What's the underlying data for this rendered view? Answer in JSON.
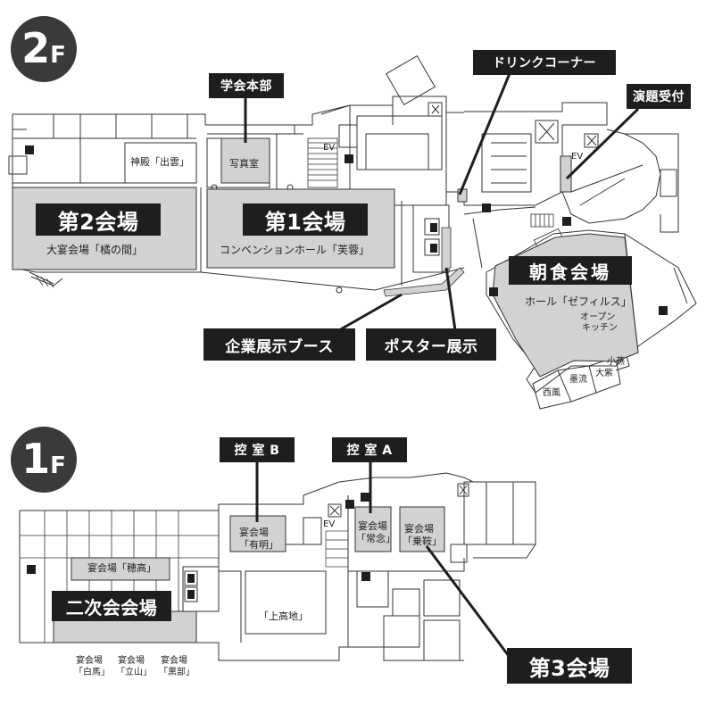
{
  "floors": {
    "upper": {
      "badge_number": "2",
      "badge_suffix": "F",
      "callouts": {
        "hall2": "第2会場",
        "hall1": "第1会場",
        "breakfast": "朝食会場",
        "headquarters": "学会本部",
        "drink_corner": "ドリンクコーナー",
        "abstract_reception": "演題受付",
        "exhibition": "企業展示ブース",
        "poster": "ポスター展示"
      },
      "labels": {
        "hall2_sub": "大宴会場「橘の間」",
        "hall1_sub": "コンベンションホール「芙蓉」",
        "breakfast_sub": "ホール「ゼフィルス」",
        "shrine": "神殿「出雲」",
        "photo_room": "写真室",
        "ev1": "EV",
        "ev2": "EV",
        "open_kitchen_1": "オープン",
        "open_kitchen_2": "キッチン",
        "room_seifu": "西風",
        "room_bokuryu": "墨流",
        "room_taishi": "大紫",
        "room_koen": "小燕"
      }
    },
    "lower": {
      "badge_number": "1",
      "badge_suffix": "F",
      "callouts": {
        "waitB": "控 室 B",
        "waitA": "控 室 A",
        "secondary": "二次会会場",
        "hall3": "第3会場"
      },
      "labels": {
        "ariake_1": "宴会場",
        "ariake_2": "「有明」",
        "jonen_1": "宴会場",
        "jonen_2": "「常念」",
        "norikura_1": "宴会場",
        "norikura_2": "「乗鞍」",
        "hotaka": "宴会場「穂高」",
        "kamikochi": "「上高地」",
        "ev": "EV",
        "hakuba_1": "宴会場",
        "hakuba_2": "「白馬」",
        "tateyama_1": "宴会場",
        "tateyama_2": "「立山」",
        "kurobe_1": "宴会場",
        "kurobe_2": "「黒部」"
      }
    }
  },
  "colors": {
    "room_fill": "#d2d2d2",
    "callout_bg": "#1e1e1e",
    "badge_bg": "#3a3a3a",
    "wall": "#333333"
  }
}
